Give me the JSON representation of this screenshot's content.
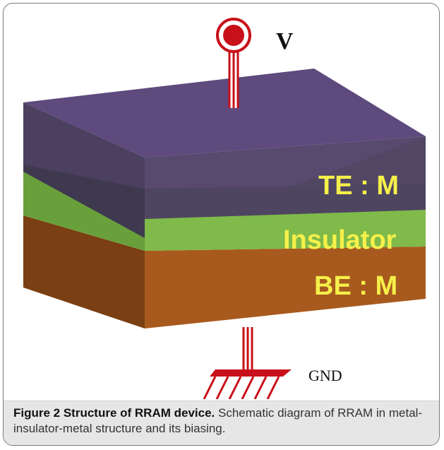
{
  "diagram": {
    "labels": {
      "voltage": "V",
      "top_electrode": "TE : M",
      "insulator": "Insulator",
      "bottom_electrode": "BE : M",
      "ground": "GND"
    },
    "colors": {
      "top_electrode_front": "#4a3b63",
      "top_electrode_top": "#5e4a7d",
      "top_electrode_side": "#3c3052",
      "insulator_front": "#7fba4a",
      "insulator_side": "#6aa03c",
      "bottom_electrode_front": "#a85a1e",
      "bottom_electrode_side": "#7a3f12",
      "label_text": "#f5f04a",
      "wire": "#c8101a",
      "frame_border": "#7a7a7a",
      "caption_background": "#e6e6e6"
    }
  },
  "caption": {
    "title": "Figure 2 Structure of RRAM device.",
    "body": " Schematic diagram of RRAM in metal-insulator-metal structure and its biasing."
  }
}
